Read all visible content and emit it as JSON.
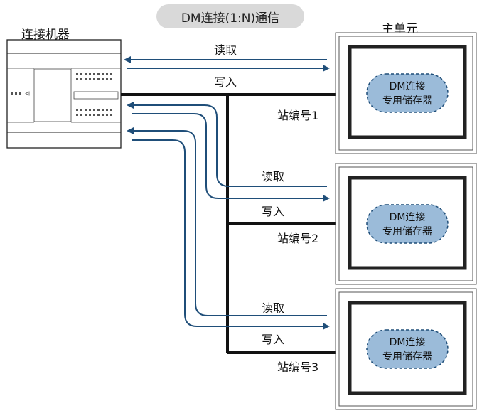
{
  "title": "DM连接(1:N)通信",
  "device_label": "连接机器",
  "main_unit_label": "主单元",
  "read_label": "读取",
  "write_label": "写入",
  "stations": [
    {
      "label": "站编号1",
      "memory_line1": "DM连接",
      "memory_line2": "专用储存器"
    },
    {
      "label": "站编号2",
      "memory_line1": "DM连接",
      "memory_line2": "专用储存器"
    },
    {
      "label": "站编号3",
      "memory_line1": "DM连接",
      "memory_line2": "专用储存器"
    }
  ],
  "colors": {
    "arrow": "#1f4e79",
    "bus": "#111111",
    "pill": "#d9d9d9",
    "memory_fill": "#9bbbd9"
  }
}
